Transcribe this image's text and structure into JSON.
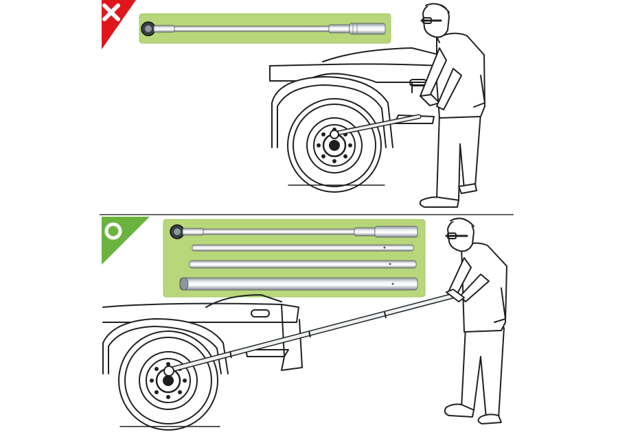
{
  "panels": {
    "incorrect": {
      "marker": "cross-icon",
      "marker_color": "#e0161e"
    },
    "correct": {
      "marker": "circle-icon",
      "marker_color": "#6ab33e"
    }
  },
  "colors": {
    "tool_panel": "#b7d77a",
    "tool_panel_border": "#a3c865",
    "divider": "#333333",
    "line_art": "#1f1f1f",
    "metal_light": "#eef1f3",
    "metal_dark": "#8e979e"
  },
  "tools": {
    "incorrect": [
      "torque-wrench"
    ],
    "correct": [
      "torque-wrench",
      "extension-bar-1",
      "extension-bar-2",
      "extension-bar-3"
    ]
  }
}
